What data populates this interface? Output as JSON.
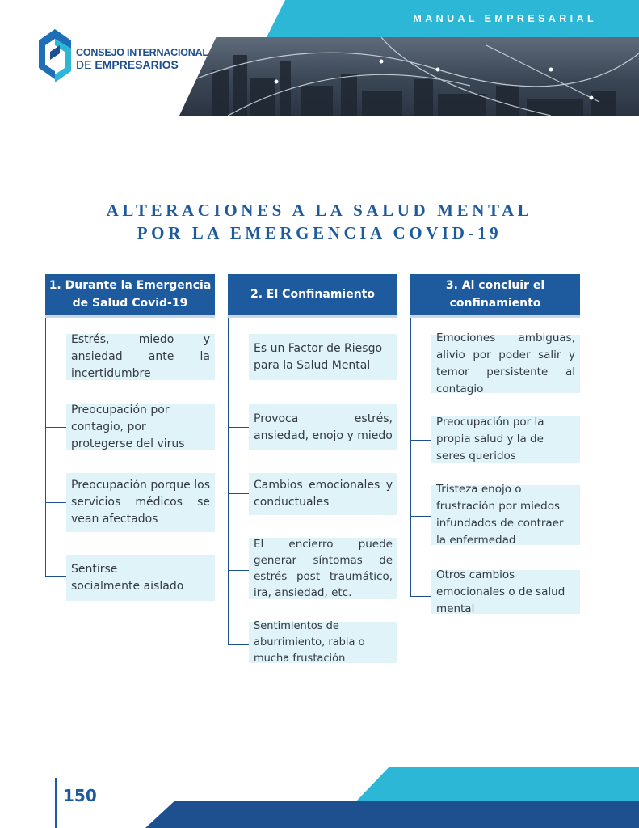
{
  "header": {
    "label": "MANUAL EMPRESARIAL",
    "logo_line1": "CONSEJO INTERNACIONAL",
    "logo_line2_prefix": "DE ",
    "logo_line2_bold": "EMPRESARIOS"
  },
  "title": {
    "line1": "ALTERACIONES A LA SALUD MENTAL",
    "line2": "POR LA EMERGENCIA COVID-19"
  },
  "columns": [
    {
      "heading_line1": "1. Durante la Emergencia",
      "heading_line2": "de Salud Covid-19",
      "items": [
        "Estrés, miedo y ansiedad ante la incertidumbre",
        "Preocupación por contagio, por protegerse del virus",
        "Preocupación porque los servicios médicos se vean afectados",
        "Sentirse socialmente aislado"
      ]
    },
    {
      "heading_line1": "2. El Confinamiento",
      "items": [
        "Es un Factor de Riesgo para la Salud Mental",
        "Provoca estrés, ansiedad, enojo y miedo",
        "Cambios emocionales y conductuales",
        "El encierro puede generar síntomas de estrés post traumático, ira, ansiedad, etc.",
        "Sentimientos de aburrimiento, rabia o mucha frustación"
      ]
    },
    {
      "heading_line1": "3. Al concluir el",
      "heading_line2": "confinamiento",
      "items": [
        "Emociones ambiguas, alivio por poder salir y temor persistente al contagio",
        "Preocupación por la propia salud y la de seres queridos",
        "Tristeza enojo o frustración por miedos infundados de contraer la enfermedad",
        "Otros cambios emocionales o de salud mental"
      ]
    }
  ],
  "footer": {
    "page_number": "150"
  },
  "colors": {
    "navy": "#1e5a9e",
    "cyan": "#2cb7d6",
    "box_fill": "#dff3f8"
  }
}
